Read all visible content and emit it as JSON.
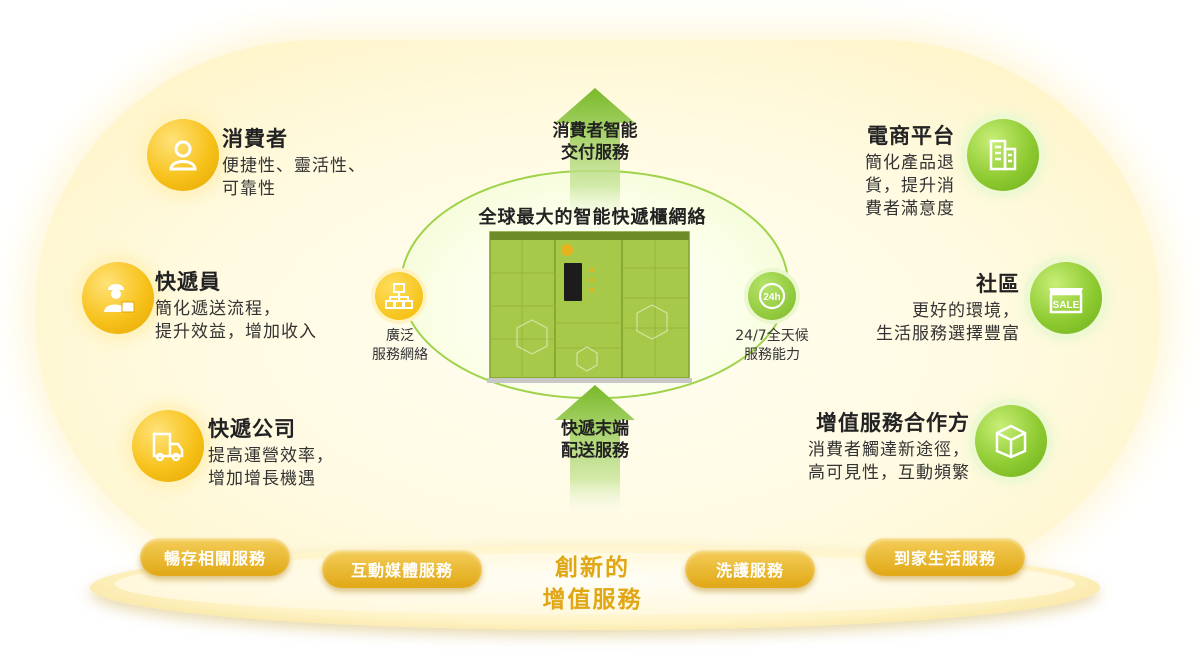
{
  "center": {
    "top_arrow_label_1": "消費者智能",
    "top_arrow_label_2": "交付服務",
    "network_title": "全球最大的智能快遞櫃網絡",
    "bottom_arrow_label_1": "快遞末端",
    "bottom_arrow_label_2": "配送服務",
    "left_label_1": "廣泛",
    "left_label_2": "服務網絡",
    "right_label_1": "24/7全天候",
    "right_label_2": "服務能力",
    "icon_24h_text": "24h"
  },
  "left": [
    {
      "title": "消費者",
      "desc_1": "便捷性、靈活性、",
      "desc_2": "可靠性",
      "icon": "user-icon"
    },
    {
      "title": "快遞員",
      "desc_1": "簡化遞送流程，",
      "desc_2": "提升效益，增加收入",
      "icon": "courier-icon"
    },
    {
      "title": "快遞公司",
      "desc_1": "提高運營效率，",
      "desc_2": "增加增長機遇",
      "icon": "delivery-truck-icon"
    }
  ],
  "right": [
    {
      "title": "電商平台",
      "desc_1": "簡化產品退",
      "desc_2": "貨，提升消",
      "desc_3": "費者滿意度",
      "icon": "building-icon"
    },
    {
      "title": "社區",
      "desc_1": "更好的環境，",
      "desc_2": "生活服務選擇豐富",
      "icon": "shop-sale-icon",
      "icon_text": "SALE"
    },
    {
      "title": "增值服務合作方",
      "desc_1": "消費者觸達新途徑，",
      "desc_2": "高可見性，互動頻繁",
      "icon": "package-box-icon"
    }
  ],
  "base": {
    "title_1": "創新的",
    "title_2": "增值服務",
    "pills": [
      "暢存相關服務",
      "互動媒體服務",
      "洗護服務",
      "到家生活服務"
    ]
  },
  "colors": {
    "yellow_accent": "#f7c21b",
    "green_accent": "#8fcb32",
    "locker_green": "#a7c94a",
    "base_title": "#e0a614"
  }
}
